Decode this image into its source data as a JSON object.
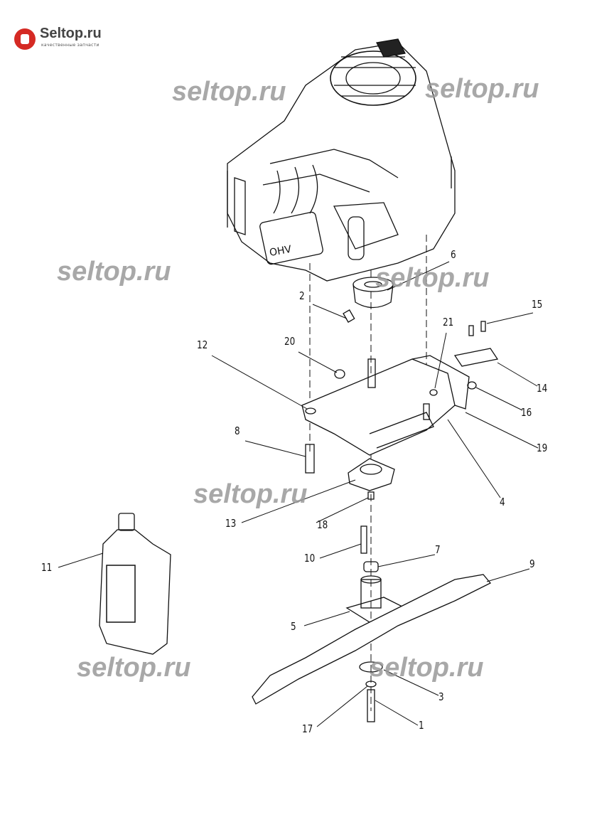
{
  "logo": {
    "title": "Seltop.ru",
    "subtitle": "качественные запчасти"
  },
  "watermark": "seltop.ru",
  "engine_marking": "OHV",
  "part_labels": [
    "1",
    "2",
    "3",
    "4",
    "5",
    "6",
    "7",
    "8",
    "9",
    "10",
    "11",
    "12",
    "13",
    "14",
    "15",
    "16",
    "17",
    "18",
    "19",
    "20",
    "21"
  ]
}
